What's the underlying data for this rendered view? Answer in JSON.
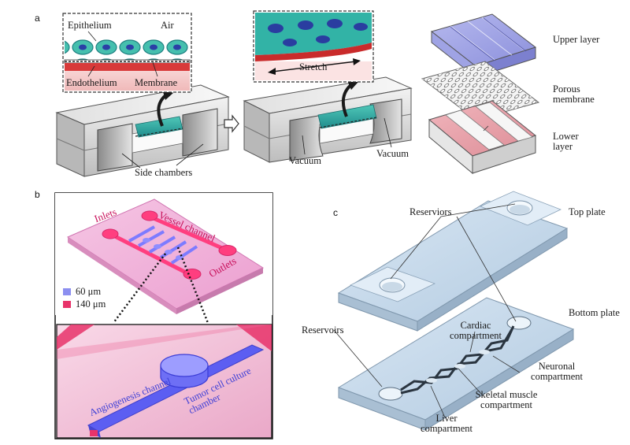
{
  "panels": {
    "a": "a",
    "b": "b",
    "c": "c"
  },
  "panel_a": {
    "inset1": {
      "epithelium": "Epithelium",
      "air": "Air",
      "endothelium": "Endothelium",
      "membrane": "Membrane"
    },
    "inset2": {
      "stretch": "Stretch"
    },
    "side_chambers": "Side chambers",
    "vacuum_left": "Vacuum",
    "vacuum_right": "Vacuum",
    "layers": {
      "upper": "Upper layer",
      "porous": "Porous membrane",
      "lower": "Lower layer"
    }
  },
  "panel_b": {
    "inlets": "Inlets",
    "vessel_channel": "Vessel channel",
    "outlets": "Outlets",
    "legend": [
      {
        "label": "60 μm",
        "color": "#8c8ff0"
      },
      {
        "label": "140 μm",
        "color": "#e8336a"
      }
    ],
    "zoom": {
      "angiogenesis": "Angiogenesis channel",
      "tumor": "Tumor cell culture chamber"
    }
  },
  "panel_c": {
    "reserviors": "Reserviors",
    "top_plate": "Top plate",
    "bottom_plate": "Bottom plate",
    "reservoirs": "Reservoirs",
    "cardiac": "Cardiac compartment",
    "neuronal": "Neuronal compartment",
    "skeletal": "Skeletal muscle compartment",
    "liver": "Liver compartment"
  }
}
